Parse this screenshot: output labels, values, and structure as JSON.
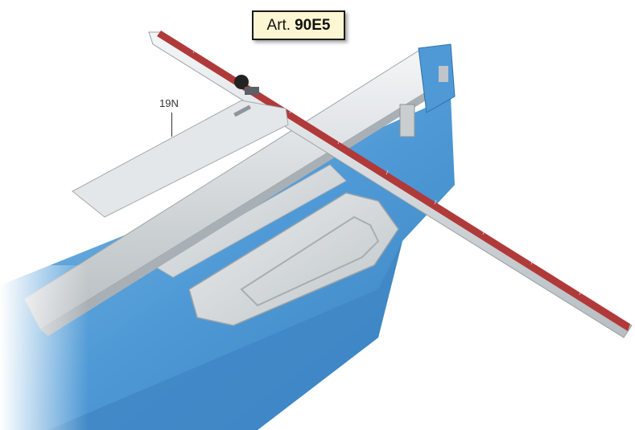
{
  "product_label": {
    "prefix": "Art.",
    "code": "90E5"
  },
  "callout": {
    "text": "19N"
  },
  "colors": {
    "base_blue": "#4f9ad6",
    "aluminium": "#d9dde0",
    "ruler_red": "#b03a3a",
    "label_bg": "#fdf6d2"
  }
}
